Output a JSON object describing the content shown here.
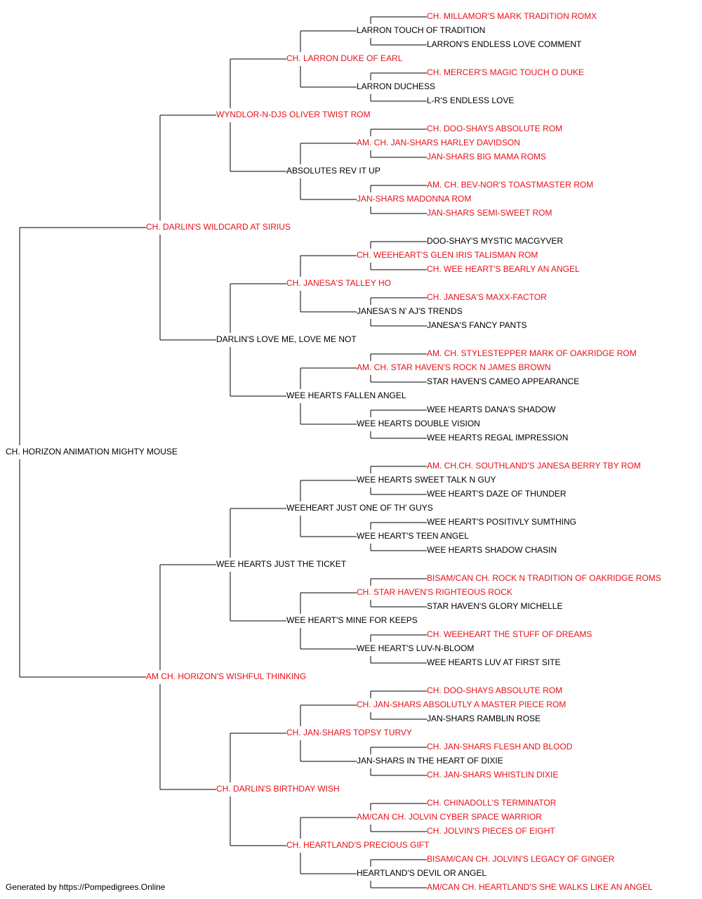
{
  "colors": {
    "champion": "#e8101a",
    "normal": "#000000",
    "line": "#000000"
  },
  "pedigree": {
    "name": "CH. HORIZON ANIMATION MIGHTY MOUSE",
    "ch": false,
    "sire": {
      "name": "CH. DARLIN'S WILDCARD AT SIRIUS",
      "ch": true,
      "sire": {
        "name": "WYNDLOR-N-DJS OLIVER TWIST ROM",
        "ch": true,
        "sire": {
          "name": "CH. LARRON DUKE OF EARL",
          "ch": true,
          "sire": {
            "name": "LARRON TOUCH OF TRADITION",
            "ch": false,
            "sire": {
              "name": "CH. MILLAMOR'S MARK TRADITION ROMX",
              "ch": true
            },
            "dam": {
              "name": "LARRON'S ENDLESS LOVE COMMENT",
              "ch": false
            }
          },
          "dam": {
            "name": "LARRON DUCHESS",
            "ch": false,
            "sire": {
              "name": "CH. MERCER'S MAGIC TOUCH O DUKE",
              "ch": true
            },
            "dam": {
              "name": "L-R'S ENDLESS LOVE",
              "ch": false
            }
          }
        },
        "dam": {
          "name": "ABSOLUTES REV IT UP",
          "ch": false,
          "sire": {
            "name": "AM. CH. JAN-SHARS HARLEY DAVIDSON",
            "ch": true,
            "sire": {
              "name": "CH. DOO-SHAYS ABSOLUTE ROM",
              "ch": true
            },
            "dam": {
              "name": "JAN-SHARS BIG MAMA ROMS",
              "ch": true
            }
          },
          "dam": {
            "name": "JAN-SHARS MADONNA ROM",
            "ch": true,
            "sire": {
              "name": "AM. CH. BEV-NOR'S TOASTMASTER ROM",
              "ch": true
            },
            "dam": {
              "name": "JAN-SHARS SEMI-SWEET ROM",
              "ch": true
            }
          }
        }
      },
      "dam": {
        "name": "DARLIN'S LOVE ME, LOVE ME NOT",
        "ch": false,
        "sire": {
          "name": "CH. JANESA'S TALLEY HO",
          "ch": true,
          "sire": {
            "name": "CH. WEEHEART'S GLEN IRIS TALISMAN ROM",
            "ch": true,
            "sire": {
              "name": "DOO-SHAY'S MYSTIC MACGYVER",
              "ch": false
            },
            "dam": {
              "name": "CH. WEE HEART'S BEARLY AN ANGEL",
              "ch": true
            }
          },
          "dam": {
            "name": "JANESA'S N' AJ'S TRENDS",
            "ch": false,
            "sire": {
              "name": "CH. JANESA'S MAXX-FACTOR",
              "ch": true
            },
            "dam": {
              "name": "JANESA'S FANCY PANTS",
              "ch": false
            }
          }
        },
        "dam": {
          "name": "WEE HEARTS FALLEN ANGEL",
          "ch": false,
          "sire": {
            "name": "AM. CH. STAR HAVEN'S ROCK N JAMES BROWN",
            "ch": true,
            "sire": {
              "name": "AM. CH. STYLESTEPPER MARK OF OAKRIDGE ROM",
              "ch": true
            },
            "dam": {
              "name": "STAR HAVEN'S CAMEO APPEARANCE",
              "ch": false
            }
          },
          "dam": {
            "name": "WEE HEARTS DOUBLE VISION",
            "ch": false,
            "sire": {
              "name": "WEE HEARTS DANA'S SHADOW",
              "ch": false
            },
            "dam": {
              "name": "WEE HEARTS REGAL IMPRESSION",
              "ch": false
            }
          }
        }
      }
    },
    "dam": {
      "name": "AM CH. HORIZON'S WISHFUL THINKING",
      "ch": true,
      "sire": {
        "name": "WEE HEARTS JUST THE TICKET",
        "ch": false,
        "sire": {
          "name": "WEEHEART JUST ONE OF TH' GUYS",
          "ch": false,
          "sire": {
            "name": "WEE HEARTS SWEET TALK N GUY",
            "ch": false,
            "sire": {
              "name": "AM. CH.CH. SOUTHLAND'S JANESA BERRY TBY ROM",
              "ch": true
            },
            "dam": {
              "name": "WEE HEART'S DAZE OF THUNDER",
              "ch": false
            }
          },
          "dam": {
            "name": "WEE HEART'S TEEN ANGEL",
            "ch": false,
            "sire": {
              "name": "WEE HEART'S POSITIVLY SUMTHING",
              "ch": false
            },
            "dam": {
              "name": "WEE HEARTS SHADOW CHASIN",
              "ch": false
            }
          }
        },
        "dam": {
          "name": "WEE HEART'S MINE FOR KEEPS",
          "ch": false,
          "sire": {
            "name": "CH. STAR HAVEN'S RIGHTEOUS ROCK",
            "ch": true,
            "sire": {
              "name": "BISAM/CAN CH. ROCK N TRADITION OF OAKRIDGE ROMS",
              "ch": true
            },
            "dam": {
              "name": "STAR HAVEN'S GLORY MICHELLE",
              "ch": false
            }
          },
          "dam": {
            "name": "WEE HEART'S LUV-N-BLOOM",
            "ch": false,
            "sire": {
              "name": "CH. WEEHEART THE STUFF OF DREAMS",
              "ch": true
            },
            "dam": {
              "name": "WEE HEARTS LUV AT FIRST SITE",
              "ch": false
            }
          }
        }
      },
      "dam": {
        "name": "CH. DARLIN'S BIRTHDAY WISH",
        "ch": true,
        "sire": {
          "name": "CH. JAN-SHARS TOPSY TURVY",
          "ch": true,
          "sire": {
            "name": "CH. JAN-SHARS ABSOLUTLY A MASTER PIECE ROM",
            "ch": true,
            "sire": {
              "name": "CH. DOO-SHAYS ABSOLUTE ROM",
              "ch": true
            },
            "dam": {
              "name": "JAN-SHARS RAMBLIN ROSE",
              "ch": false
            }
          },
          "dam": {
            "name": "JAN-SHARS IN THE HEART OF DIXIE",
            "ch": false,
            "sire": {
              "name": "CH. JAN-SHARS FLESH AND BLOOD",
              "ch": true
            },
            "dam": {
              "name": "CH. JAN-SHARS WHISTLIN DIXIE",
              "ch": true
            }
          }
        },
        "dam": {
          "name": "CH. HEARTLAND'S PRECIOUS GIFT",
          "ch": true,
          "sire": {
            "name": "AM/CAN CH. JOLVIN CYBER SPACE WARRIOR",
            "ch": true,
            "sire": {
              "name": "CH. CHINADOLL'S TERMINATOR",
              "ch": true
            },
            "dam": {
              "name": "CH. JOLVIN'S PIECES OF EIGHT",
              "ch": true
            }
          },
          "dam": {
            "name": "HEARTLAND'S DEVIL OR ANGEL",
            "ch": false,
            "sire": {
              "name": "BISAM/CAN CH. JOLVIN'S LEGACY OF GINGER",
              "ch": true
            },
            "dam": {
              "name": "AM/CAN CH. HEARTLAND'S SHE WALKS LIKE AN ANGEL",
              "ch": true
            }
          }
        }
      }
    }
  },
  "footer": "Generated by https://Pompedigrees.Online"
}
